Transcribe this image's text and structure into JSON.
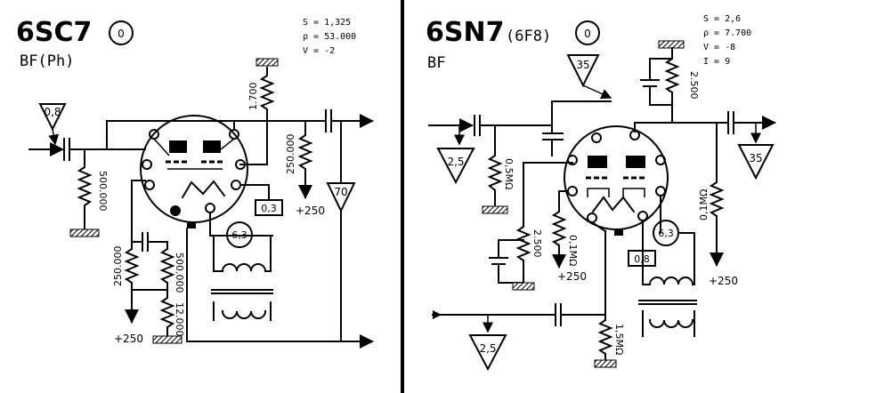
{
  "left": {
    "tube": "6SC7",
    "tube_alt": "",
    "badge": "0",
    "subtitle": "BF(Ph)",
    "params": [
      "S = 1,325",
      "ρ = 53.000",
      "V = -2"
    ],
    "resistors": {
      "r_plate": "1.700",
      "r_grid": "500.000",
      "r_plate2": "250.000",
      "r_cathode": "250.000",
      "r_grid2": "500.000",
      "r_bias": "12.000"
    },
    "voltages": {
      "in": "0,8",
      "out": "70",
      "filament": "6,3",
      "current": "0,3"
    },
    "supply": [
      "+250",
      "+250"
    ]
  },
  "right": {
    "tube": "6SN7",
    "tube_alt": "(6F8)",
    "badge": "0",
    "subtitle": "BF",
    "params": [
      "S = 2,6",
      "ρ = 7.700",
      "V = -8",
      "I = 9"
    ],
    "resistors": {
      "r_cathode": "2.500",
      "r_grid": "0,5MΩ",
      "r_plate": "0,1MΩ",
      "r_bias": "2.500",
      "r_grid2": "1,5MΩ",
      "r_out": "0,1MΩ"
    },
    "voltages": {
      "top": "35",
      "in": "2,5",
      "out": "35",
      "in2": "2,5",
      "filament": "6,3",
      "current": "0,8"
    },
    "supply": [
      "+250",
      "+250"
    ]
  }
}
